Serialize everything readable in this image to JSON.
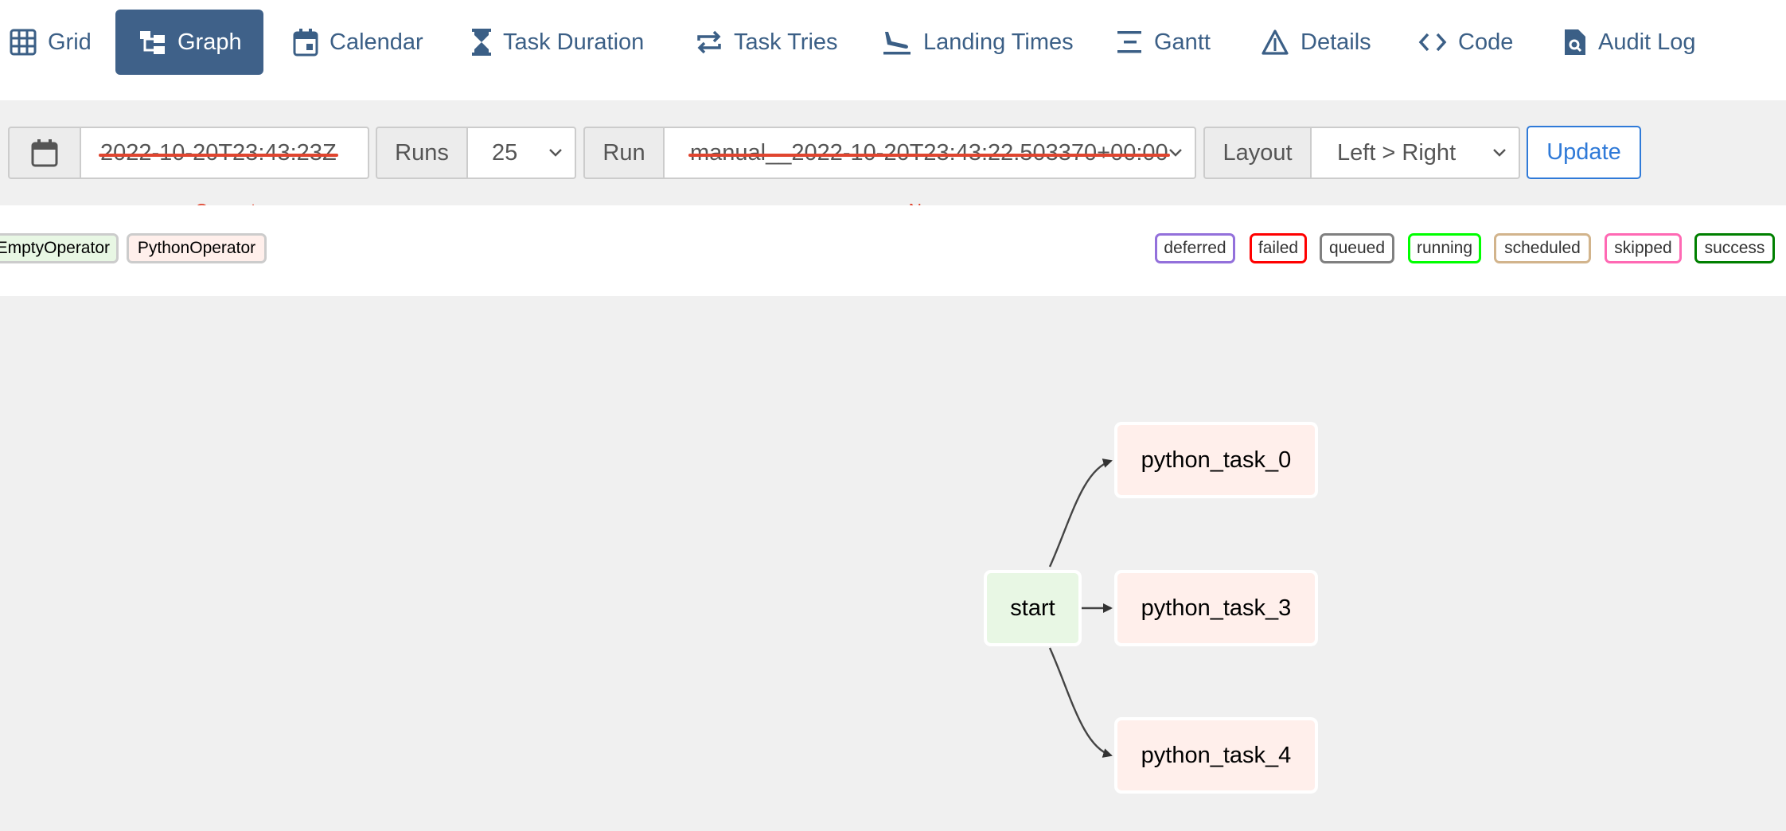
{
  "nav": {
    "grid": "Grid",
    "graph": "Graph",
    "calendar": "Calendar",
    "task_duration": "Task Duration",
    "task_tries": "Task Tries",
    "landing_times": "Landing Times",
    "gantt": "Gantt",
    "details": "Details",
    "code": "Code",
    "audit_log": "Audit Log",
    "active_tab": "Graph"
  },
  "filters": {
    "base_date": {
      "value": "2022-10-20T23:43:23Z",
      "hint": "Current"
    },
    "runs": {
      "label": "Runs",
      "value": "25"
    },
    "run": {
      "label": "Run",
      "value": "manual__2022-10-20T23:43:22.503370+00:00",
      "hint": "None"
    },
    "layout": {
      "label": "Layout",
      "value": "Left > Right"
    },
    "update_label": "Update"
  },
  "operators": [
    {
      "label": "EmptyOperator",
      "color": "#e8f7e4"
    },
    {
      "label": "PythonOperator",
      "color": "#ffefeb"
    }
  ],
  "states": [
    {
      "label": "deferred",
      "color": "#9370db"
    },
    {
      "label": "failed",
      "color": "#ff0000"
    },
    {
      "label": "queued",
      "color": "#808080"
    },
    {
      "label": "running",
      "color": "#00ff00"
    },
    {
      "label": "scheduled",
      "color": "#d2b48c"
    },
    {
      "label": "skipped",
      "color": "#ff69b4"
    },
    {
      "label": "success",
      "color": "#008000"
    }
  ],
  "graph": {
    "nodes": [
      {
        "id": "start",
        "label": "start",
        "operator": "EmptyOperator"
      },
      {
        "id": "python_task_0",
        "label": "python_task_0",
        "operator": "PythonOperator"
      },
      {
        "id": "python_task_3",
        "label": "python_task_3",
        "operator": "PythonOperator"
      },
      {
        "id": "python_task_4",
        "label": "python_task_4",
        "operator": "PythonOperator"
      }
    ],
    "edges": [
      {
        "from": "start",
        "to": "python_task_0"
      },
      {
        "from": "start",
        "to": "python_task_3"
      },
      {
        "from": "start",
        "to": "python_task_4"
      }
    ]
  },
  "colors": {
    "nav_active_bg": "#3f6189",
    "nav_text": "#3b5f86",
    "hint_red": "#e0452f",
    "update_blue": "#2f7ad8"
  }
}
